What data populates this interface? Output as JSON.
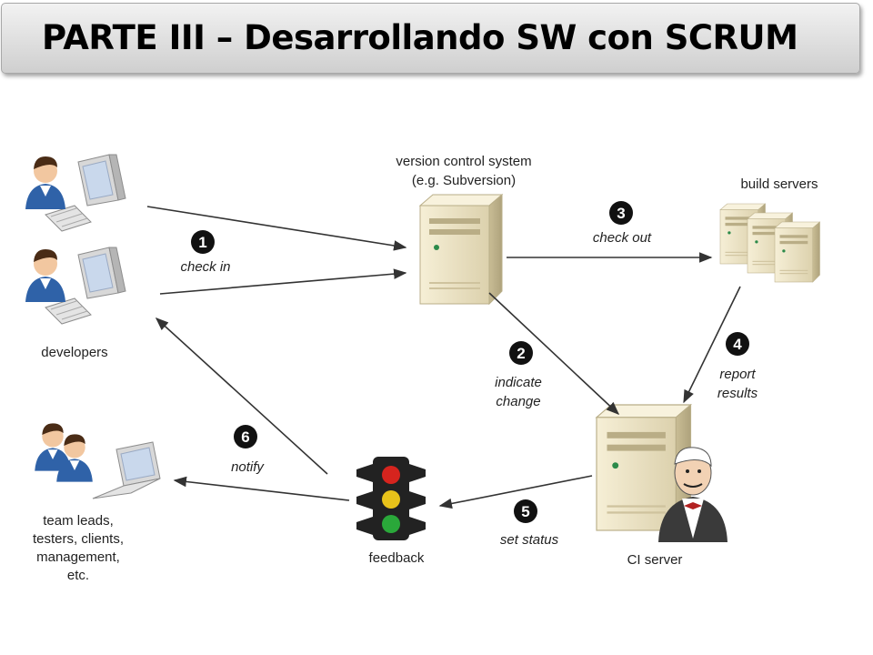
{
  "title": "PARTE III – Desarrollando SW con SCRUM",
  "diagram": {
    "vcs_label_1": "version control system",
    "vcs_label_2": "(e.g. Subversion)",
    "build_label": "build servers",
    "developers_label": "developers",
    "ci_label": "CI server",
    "feedback_label": "feedback",
    "team_label": [
      "team leads,",
      "testers, clients,",
      "management,",
      "etc."
    ],
    "steps": [
      {
        "number": "1",
        "label": [
          "check in"
        ]
      },
      {
        "number": "2",
        "label": [
          "indicate",
          "change"
        ]
      },
      {
        "number": "3",
        "label": [
          "check out"
        ]
      },
      {
        "number": "4",
        "label": [
          "report",
          "results"
        ]
      },
      {
        "number": "5",
        "label": [
          "set status"
        ]
      },
      {
        "number": "6",
        "label": [
          "notify"
        ]
      }
    ]
  },
  "colors": {
    "step_badge": "#111111",
    "arrow": "#333333",
    "server": "#efe6c8",
    "screen": "#c9d8ec",
    "shirt": "#2f62a8"
  }
}
